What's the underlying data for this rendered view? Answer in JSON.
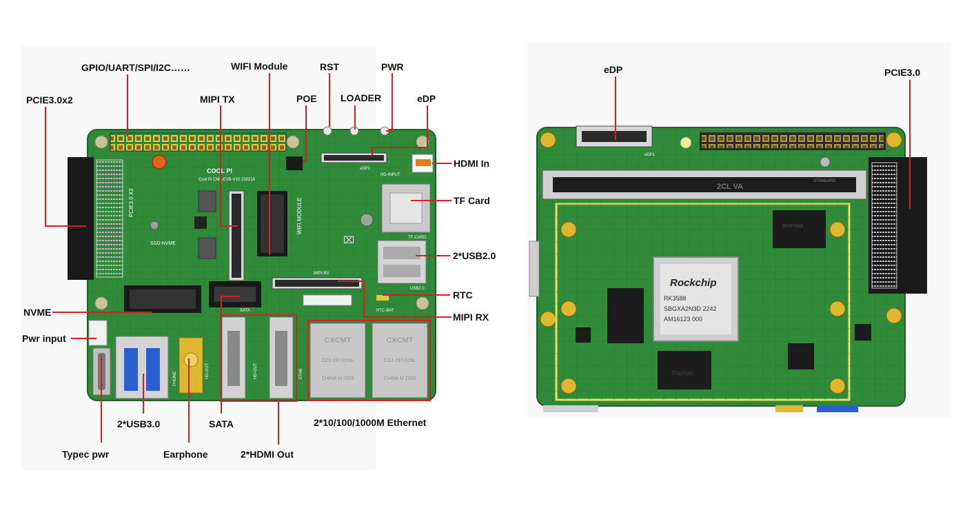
{
  "front_board": {
    "silkscreen": {
      "brand": "COOL PI",
      "board_id": "Cool Pi CM5-EVB-V10 230219",
      "pcie_slot": "PCIE3.0 X2",
      "ssd_slot": "SSD-NVME",
      "wifi_slot": "WIFI MODULE",
      "mipi_rx_port": "MIPI-RX",
      "sata_port": "SATA",
      "tf_slot": "TF-CARD",
      "usb2_port": "USB2.0",
      "hdmi_in_port": "HD-INPUT",
      "edp_port": "eDP1",
      "eth_port": "ETH0",
      "rtc_port": "RTC-BAT",
      "eth_jack_brand": "CXCMT",
      "eth_jack_model": "COJ-297-02NL",
      "eth_jack_origin": "CHINA M 2309"
    },
    "labels": {
      "gpio": "GPIO/UART/SPI/I2C……",
      "wifi_module": "WIFI Module",
      "rst": "RST",
      "pwr": "PWR",
      "pcie": "PCIE3.0x2",
      "mipi_tx": "MIPI TX",
      "poe": "POE",
      "loader": "LOADER",
      "edp": "eDP",
      "hdmi_in": "HDMI In",
      "tf_card": "TF Card",
      "usb2": "2*USB2.0",
      "rtc": "RTC",
      "mipi_rx": "MIPI RX",
      "nvme": "NVME",
      "pwr_input": "Pwr input",
      "usb3": "2*USB3.0",
      "sata": "SATA",
      "ethernet": "2*10/100/1000M Ethernet",
      "typec_pwr": "Typec pwr",
      "earphone": "Earphone",
      "hdmi_out": "2*HDMI Out"
    }
  },
  "back_board": {
    "silkscreen": {
      "connector_text": "2CL VA",
      "connector_std": "STANDARD",
      "edp_port": "eDP1",
      "soc_brand": "Rockchip",
      "soc_lines": [
        "RK3588",
        "SBGXA2N3D  2242",
        "AM16123  000"
      ],
      "flash_label": "SKHYNIX",
      "ram_brand": "Rayson"
    },
    "labels": {
      "edp": "eDP",
      "pcie3": "PCIE3.0"
    }
  },
  "colors": {
    "pcb": "#2f8a3a",
    "pcb_dark": "#1f6a2b",
    "annotation_red": "#d42020",
    "connector_black": "#1a1a1a",
    "gold": "#e0b830",
    "module_outline": "#e8e060"
  }
}
